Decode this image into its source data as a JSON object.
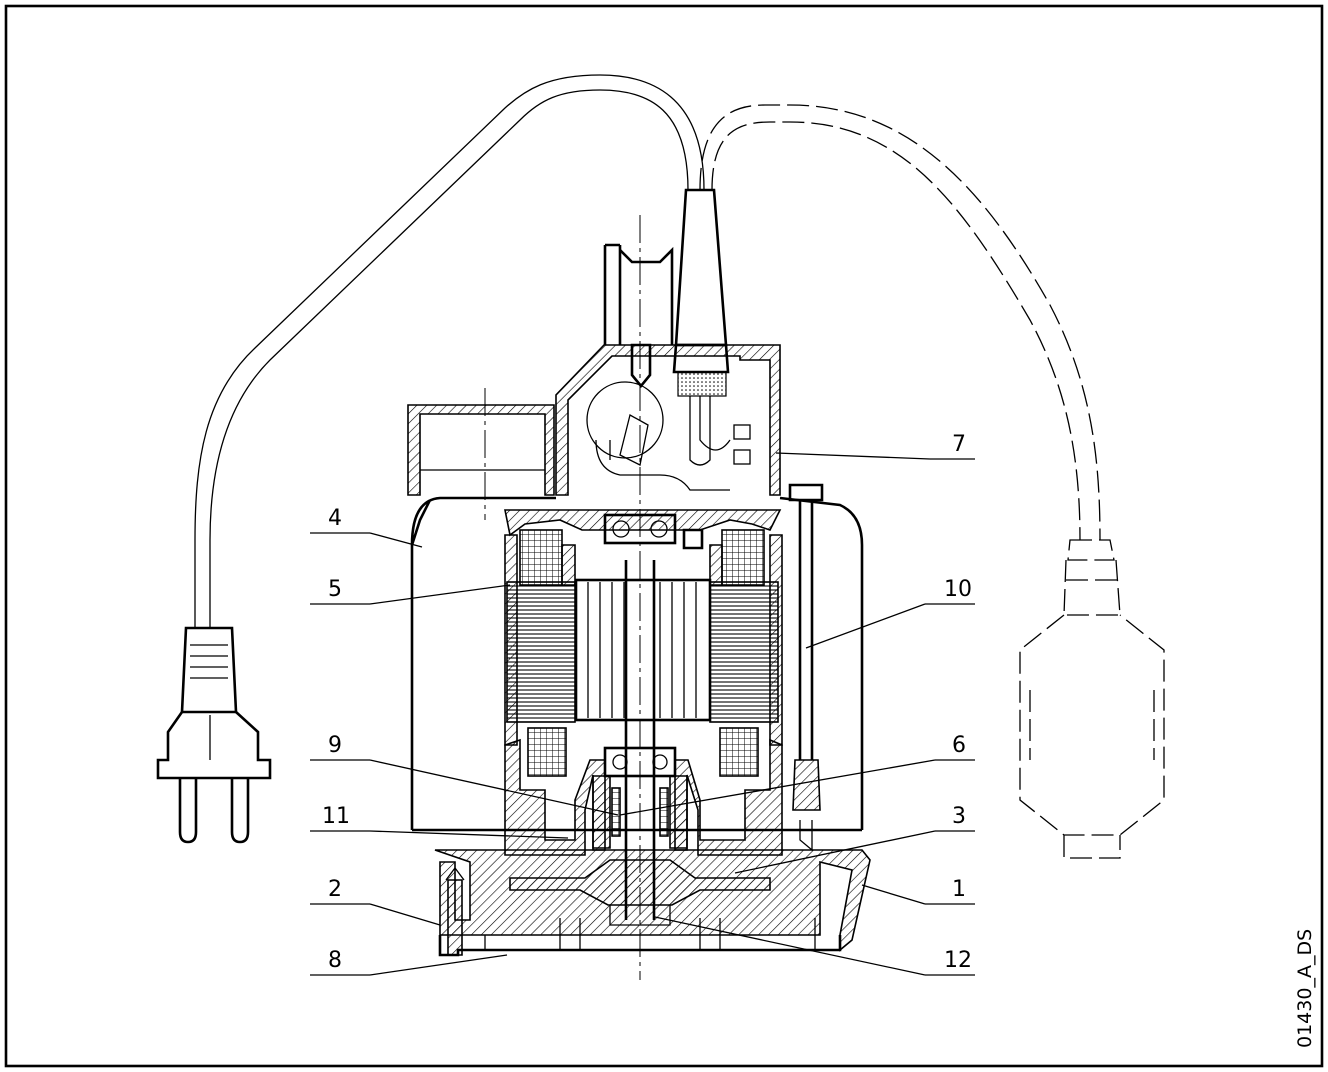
{
  "drawing_code": "01430_A_DS",
  "callouts": [
    {
      "id": "1",
      "label": "1"
    },
    {
      "id": "2",
      "label": "2"
    },
    {
      "id": "3",
      "label": "3"
    },
    {
      "id": "4",
      "label": "4"
    },
    {
      "id": "5",
      "label": "5"
    },
    {
      "id": "6",
      "label": "6"
    },
    {
      "id": "7",
      "label": "7"
    },
    {
      "id": "8",
      "label": "8"
    },
    {
      "id": "9",
      "label": "9"
    },
    {
      "id": "10",
      "label": "10"
    },
    {
      "id": "11",
      "label": "11"
    },
    {
      "id": "12",
      "label": "12"
    }
  ]
}
